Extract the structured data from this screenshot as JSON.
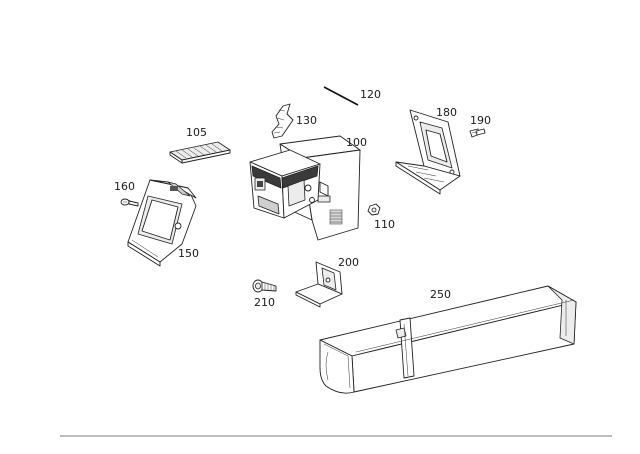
{
  "diagram": {
    "parts": [
      {
        "id": "p100",
        "label": "100",
        "icon": "main-housing-icon"
      },
      {
        "id": "p105",
        "label": "105",
        "icon": "filter-strip-icon"
      },
      {
        "id": "p110",
        "label": "110",
        "icon": "nut-icon"
      },
      {
        "id": "p120",
        "label": "120",
        "icon": "rod-icon"
      },
      {
        "id": "p130",
        "label": "130",
        "icon": "clip-icon"
      },
      {
        "id": "p150",
        "label": "150",
        "icon": "front-cover-icon"
      },
      {
        "id": "p160",
        "label": "160",
        "icon": "screw-icon"
      },
      {
        "id": "p180",
        "label": "180",
        "icon": "frame-bracket-icon"
      },
      {
        "id": "p190",
        "label": "190",
        "icon": "screw-icon"
      },
      {
        "id": "p200",
        "label": "200",
        "icon": "mounting-bracket-icon"
      },
      {
        "id": "p210",
        "label": "210",
        "icon": "bolt-icon"
      },
      {
        "id": "p250",
        "label": "250",
        "icon": "enclosure-box-icon"
      }
    ]
  }
}
